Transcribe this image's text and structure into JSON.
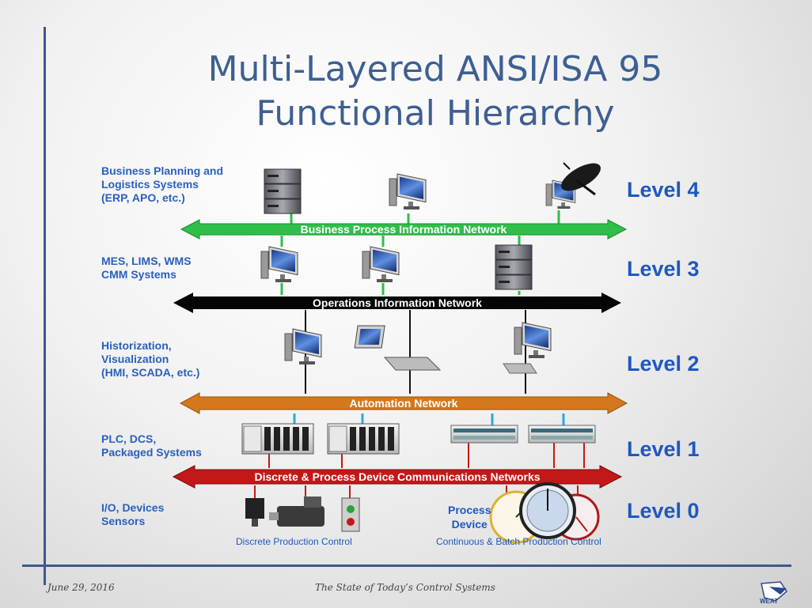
{
  "slide": {
    "title_line1": "Multi-Layered ANSI/ISA 95",
    "title_line2": "Functional Hierarchy",
    "footer_date": "June 29, 2016",
    "footer_center": "The State of Today’s Control Systems",
    "logo_text": "WEAT"
  },
  "levels": [
    {
      "label": "Level 4",
      "lines": [
        "Business Planning and",
        "Logistics Systems",
        "(ERP, APO, etc.)"
      ]
    },
    {
      "label": "Level 3",
      "lines": [
        "MES, LIMS, WMS",
        "CMM Systems"
      ]
    },
    {
      "label": "Level 2",
      "lines": [
        "Historization,",
        "Visualization",
        "(HMI, SCADA, etc.)"
      ]
    },
    {
      "label": "Level 1",
      "lines": [
        "PLC, DCS,",
        "Packaged Systems"
      ]
    },
    {
      "label": "Level 0",
      "lines": [
        "I/O, Devices",
        "Sensors"
      ]
    }
  ],
  "networks": {
    "business": "Business Process Information Network",
    "operations": "Operations Information Network",
    "automation": "Automation Network",
    "device": "Discrete & Process Device Communications Networks"
  },
  "captions": {
    "discrete": "Discrete Production Control",
    "process_device_line1": "Process",
    "process_device_line2": "Device",
    "continuous": "Continuous & Batch Production Control"
  },
  "colors": {
    "title": "#3e5f92",
    "business_net": "#2fbf4a",
    "operations_net": "#000000",
    "automation_net": "#d4781e",
    "device_net": "#c41818"
  }
}
